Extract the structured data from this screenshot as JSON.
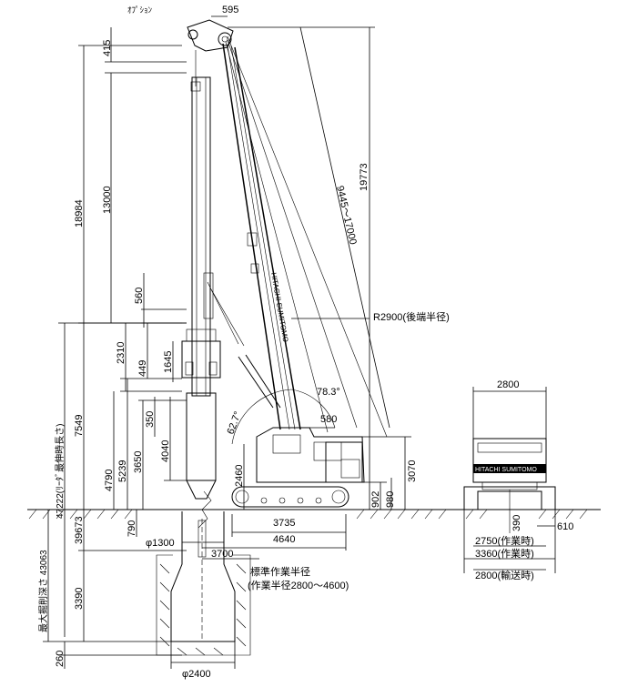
{
  "option_label": "ｵﾌﾟｼｮﾝ",
  "dims": {
    "d595": "595",
    "d415": "415",
    "d13000": "13000",
    "d18984": "18984",
    "d560": "560",
    "d2310": "2310",
    "d449": "449",
    "d1645": "1645",
    "d4790": "4790",
    "d5239": "5239",
    "d350": "350",
    "d3650": "3650",
    "d4040": "4040",
    "d2460": "2460",
    "d7549": "7549",
    "d47222": "47222(ﾘｰﾀﾞ最伸時長さ)",
    "d39673": "39673",
    "d790": "790",
    "d43063": "最大掘削深さ 43063",
    "d3390": "3390",
    "d260": "260",
    "phi1300": "φ1300",
    "phi2400": "φ2400",
    "d3700": "3700",
    "d3735": "3735",
    "d4640": "4640",
    "d580": "580",
    "d19773": "19773",
    "d9445": "9445～17000",
    "r2900": "R2900(後端半径)",
    "d3070": "3070",
    "d902": "902",
    "d980": "980",
    "a783": "78.3°",
    "a627": "62.7°",
    "radius_std": "標準作業半径",
    "radius_range": "(作業半径2800～4600)",
    "d2800_top": "2800",
    "d390": "390",
    "d610": "610",
    "d2750": "2750(作業時)",
    "d3360": "3360(作業時)",
    "d2800_bot": "2800(輸送時)"
  },
  "boom_text": "HITACHI SUMITOMO",
  "rear_text": "HITACHI SUMITOMO"
}
